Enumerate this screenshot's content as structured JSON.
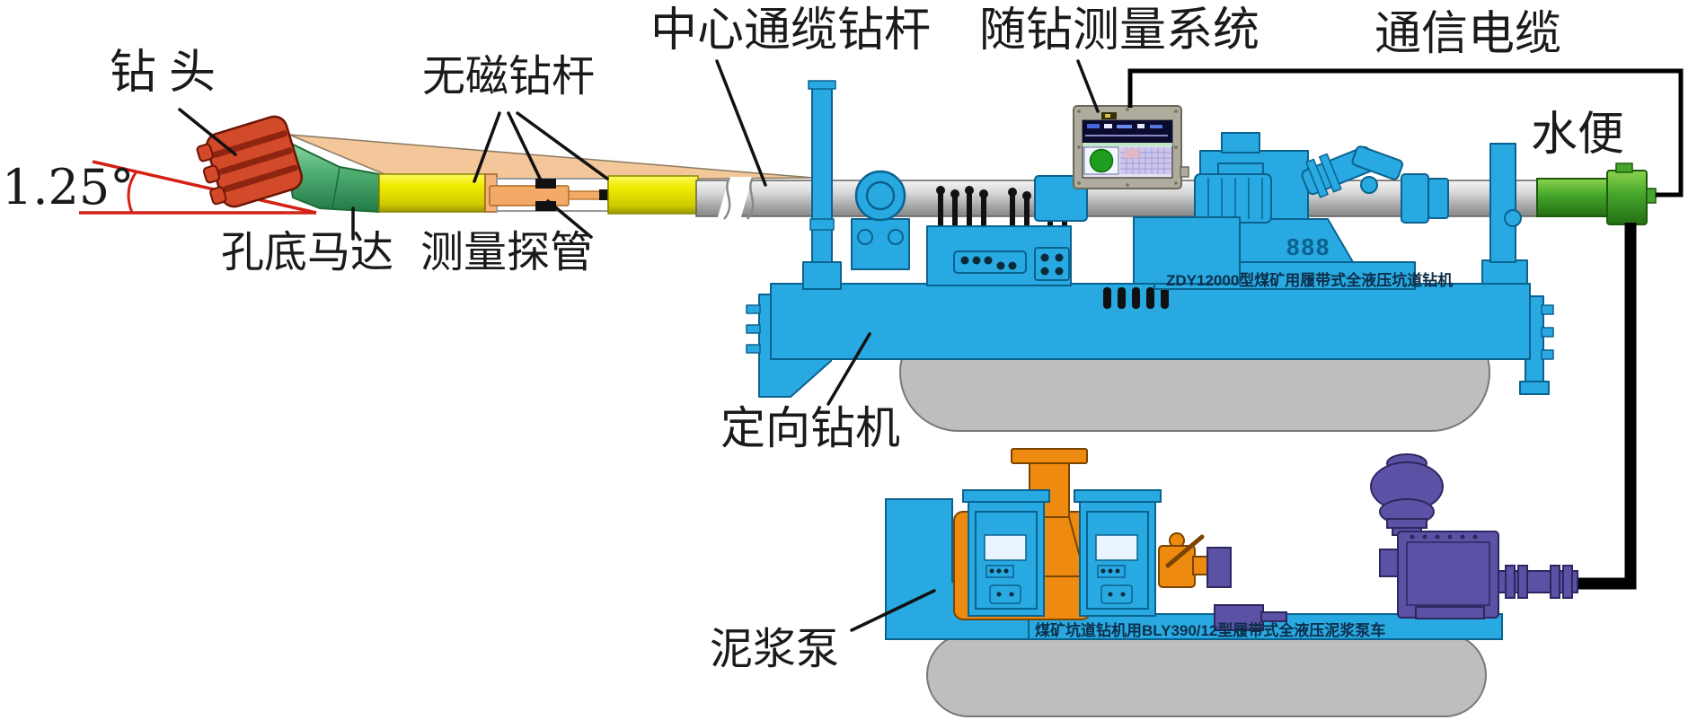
{
  "labels": {
    "drill_bit": "钻头",
    "angle_value": "1.25°",
    "nonmag_pipe": "无磁钻杆",
    "center_cable_pipe": "中心通缆钻杆",
    "mwd_system": "随钻测量系统",
    "comm_cable": "通信电缆",
    "water_swivel": "水便",
    "downhole_motor": "孔底马达",
    "survey_probe": "测量探管",
    "directional_rig": "定向钻机",
    "mud_pump": "泥浆泵"
  },
  "equipment": {
    "rig_model_text": "ZDY12000型煤矿用履带式全液压坑道钻机",
    "pump_model_text": "煤矿坑道钻机用BLY390/12型履带式全液压泥浆泵车"
  },
  "decor": {
    "bolt_pattern": "888"
  },
  "colors": {
    "machine_blue": "#29A9E1",
    "machine_blue_outline": "#0A628F",
    "engine_orange": "#EE8A10",
    "pump_purple": "#5B51A5",
    "track_gray": "#BEBEBE",
    "drill_bit_red": "#D24A2A",
    "motor_green": "#4FAE72",
    "nonmag_yellow": "#F0EC00",
    "swivel_green": "#44A52A",
    "probe_orange": "#F2AA66",
    "wedge_peach": "#F4C79B",
    "angle_red": "#D42015",
    "cable_black": "#000000",
    "screen_navy": "#0B0B30",
    "screen_green": "#1E9E1E"
  }
}
